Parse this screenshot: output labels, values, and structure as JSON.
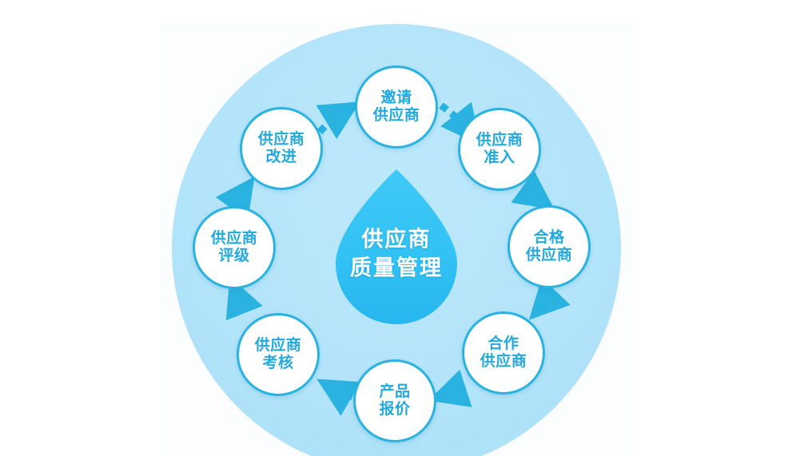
{
  "graphic": {
    "title": "供应商质量管理",
    "center": {
      "lines": [
        "供应商",
        "质量管理"
      ],
      "shape": "teardrop",
      "fill": "#34c3f5",
      "text_color": "#ffffff"
    },
    "background": {
      "disc_fill": "#b3e4fa",
      "panel_fill": "#fcfdfe",
      "page_fill": "#ffffff"
    },
    "node_style": {
      "fill": "#ffffff",
      "border_color": "#2ab3e0",
      "text_color": "#22a9de"
    },
    "connector_style": {
      "type": "dashed-arrow",
      "color": "#2ab3e0",
      "dash_fill": "#ffffff",
      "direction": "clockwise"
    },
    "nodes": [
      {
        "id": "invite-supplier",
        "lines": [
          "邀请",
          "供应商"
        ],
        "angle_deg": -90,
        "order": 1
      },
      {
        "id": "supplier-admission",
        "lines": [
          "供应商",
          "准入"
        ],
        "angle_deg": -45,
        "order": 2
      },
      {
        "id": "qualified-supplier",
        "lines": [
          "合格",
          "供应商"
        ],
        "angle_deg": 0,
        "order": 3
      },
      {
        "id": "partner-supplier",
        "lines": [
          "合作",
          "供应商"
        ],
        "angle_deg": 45,
        "order": 4
      },
      {
        "id": "product-quotation",
        "lines": [
          "产品",
          "报价"
        ],
        "angle_deg": 90,
        "order": 5
      },
      {
        "id": "supplier-assessment",
        "lines": [
          "供应商",
          "考核"
        ],
        "angle_deg": 135,
        "order": 6
      },
      {
        "id": "supplier-rating",
        "lines": [
          "供应商",
          "评级"
        ],
        "angle_deg": 180,
        "order": 7
      },
      {
        "id": "supplier-improvement",
        "lines": [
          "供应商",
          "改进"
        ],
        "angle_deg": -135,
        "order": 8
      }
    ]
  }
}
